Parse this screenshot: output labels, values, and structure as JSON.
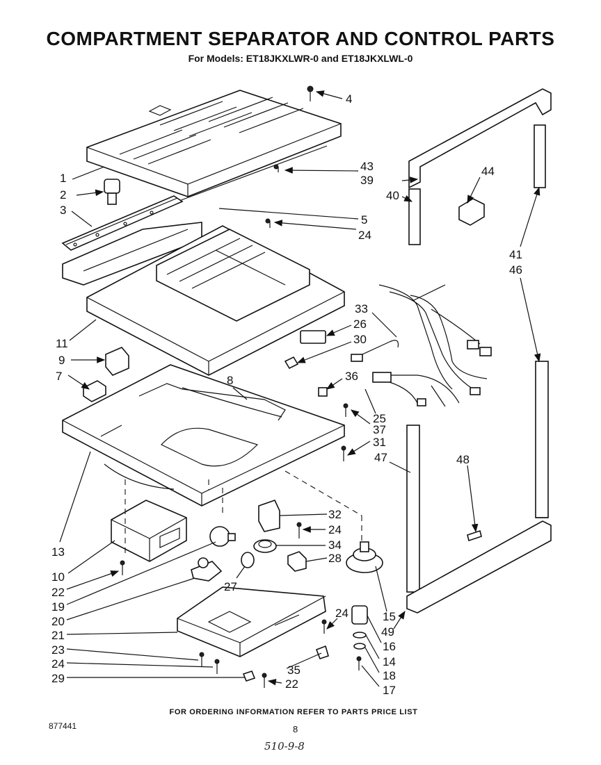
{
  "header": {
    "title": "COMPARTMENT SEPARATOR AND CONTROL PARTS",
    "subtitle": "For Models: ET18JKXLWR-0 and ET18JKXLWL-0"
  },
  "callouts": {
    "c1": "1",
    "c2": "2",
    "c3": "3",
    "c4": "4",
    "c5": "5",
    "c7": "7",
    "c8": "8",
    "c9": "9",
    "c10": "10",
    "c11": "11",
    "c13": "13",
    "c14": "14",
    "c15": "15",
    "c16": "16",
    "c17": "17",
    "c18": "18",
    "c19": "19",
    "c20": "20",
    "c21": "21",
    "c22a": "22",
    "c22b": "22",
    "c23": "23",
    "c24a": "24",
    "c24b": "24",
    "c24c": "24",
    "c24d": "24",
    "c25": "25",
    "c26": "26",
    "c27": "27",
    "c28": "28",
    "c29": "29",
    "c30": "30",
    "c31": "31",
    "c32": "32",
    "c33": "33",
    "c34": "34",
    "c35": "35",
    "c36": "36",
    "c37": "37",
    "c39": "39",
    "c40": "40",
    "c41": "41",
    "c43": "43",
    "c44": "44",
    "c46": "46",
    "c47": "47",
    "c48": "48",
    "c49": "49"
  },
  "footer": {
    "ordering_note": "FOR ORDERING INFORMATION REFER TO PARTS PRICE LIST",
    "doc_number": "877441",
    "page_number": "8",
    "handwritten": "510-9-8"
  }
}
